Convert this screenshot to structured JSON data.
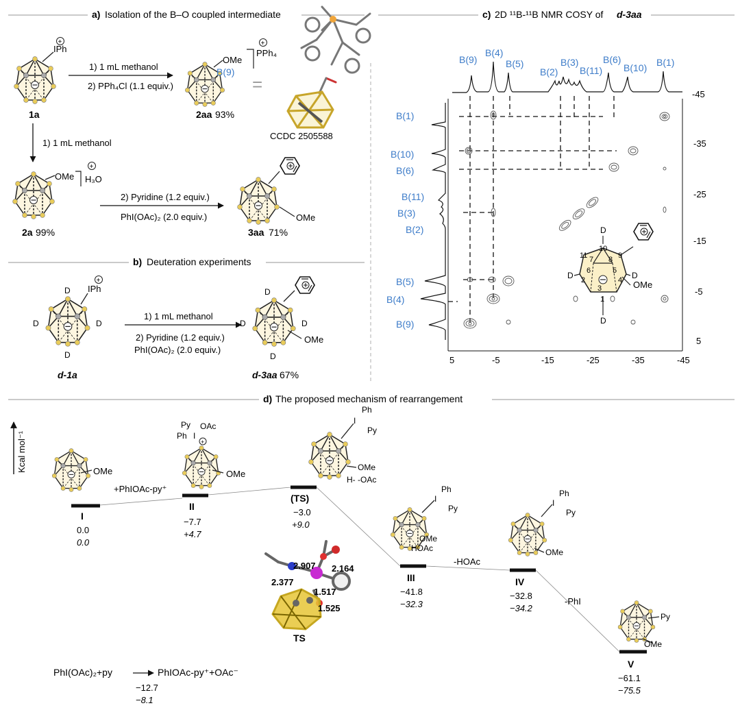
{
  "panel_a": {
    "title_letter": "a)",
    "title_text": "Isolation of the B–O coupled intermediate",
    "sub_iph": "IPh",
    "label_1a": "1a",
    "arrow1_line1": "1) 1 mL methanol",
    "arrow1_line2": "2) PPh₄Cl (1.1 equiv.)",
    "sub_ome": "OMe",
    "b9_label": "B(9)",
    "pph4": "PPh₄",
    "label_2aa": "2aa",
    "yield_2aa": "93%",
    "ccdc": "CCDC 2505588",
    "arrow_down_text": "1) 1 mL methanol",
    "h3o": "H₃O",
    "label_2a": "2a",
    "yield_2a": "99%",
    "arrow2_line1": "2) Pyridine (1.2 equiv.)",
    "arrow2_line2": "PhI(OAc)₂ (2.0 equiv.)",
    "label_3aa": "3aa",
    "yield_3aa": "71%"
  },
  "panel_b": {
    "title_letter": "b)",
    "title_text": "Deuteration experiments",
    "d": "D",
    "arrow_line1": "1) 1 mL methanol",
    "arrow_line2": "2)  Pyridine (1.2 equiv.)",
    "arrow_line3": "PhI(OAc)₂ (2.0 equiv.)",
    "label_d1a": "d-1a",
    "label_d3aa": "d-3aa",
    "yield_d3aa": "67%"
  },
  "panel_c": {
    "title_letter": "c)",
    "title_text": "2D ¹¹B-¹¹B NMR COSY of",
    "title_compound": "d-3aa",
    "top_labels": [
      "B(9)",
      "B(4)",
      "B(5)",
      "B(2)",
      "B(3)",
      "B(11)",
      "B(6)",
      "B(10)",
      "B(1)"
    ],
    "left_labels": [
      "B(1)",
      "B(10)",
      "B(6)",
      "B(11)",
      "B(3)",
      "B(2)",
      "B(5)",
      "B(4)",
      "B(9)"
    ],
    "x_ticks": [
      "5",
      "-5",
      "-15",
      "-25",
      "-35",
      "-45"
    ],
    "y_ticks": [
      "-45",
      "-35",
      "-25",
      "-15",
      "-5",
      "5"
    ],
    "vertex_numbers": [
      "10",
      "7",
      "8",
      "11",
      "9",
      "6",
      "5",
      "2",
      "3",
      "4",
      "1"
    ]
  },
  "panel_d": {
    "title_letter": "d)",
    "title_text": "The proposed mechanism of rearrangement",
    "yaxis_label": "Kcal mol⁻¹",
    "states": [
      {
        "name": "I",
        "e1": "0.0",
        "e2": "0.0"
      },
      {
        "name": "II",
        "e1": "−7.7",
        "e2": "+4.7"
      },
      {
        "name": "(TS)",
        "e1": "−3.0",
        "e2": "+9.0"
      },
      {
        "name": "III",
        "e1": "−41.8",
        "e2": "−32.3"
      },
      {
        "name": "IV",
        "e1": "−32.8",
        "e2": "−34.2"
      },
      {
        "name": "V",
        "e1": "−61.1",
        "e2": "−75.5"
      }
    ],
    "add_reagent": "+PhIOAc-py⁺",
    "minus_hoac": "-HOAc",
    "minus_phi": "-PhI",
    "ome": "OMe",
    "ph": "Ph",
    "py": "Py",
    "oac": "OAc",
    "i": "I",
    "hoac": "HOAc",
    "h_oac": "H- -OAc",
    "ts_label": "TS",
    "dist1": "2.907",
    "dist2": "2.164",
    "dist3": "2.377",
    "dist4": "1.517",
    "dist5": "1.525",
    "eq_left": "PhI(OAc)₂+py",
    "eq_right": "PhIOAc-py⁺+OAc⁻",
    "eq_e1": "−12.7",
    "eq_e2": "−8.1"
  }
}
